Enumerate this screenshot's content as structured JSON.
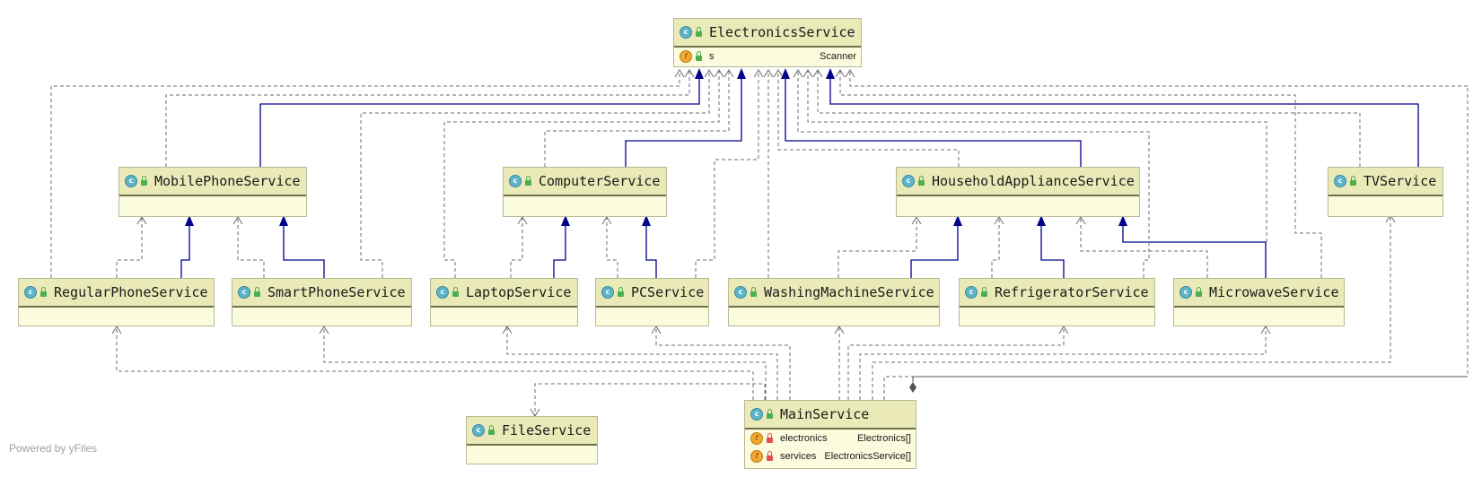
{
  "classes": {
    "electronics": {
      "name": "ElectronicsService",
      "fields": [
        {
          "name": "s",
          "type": "Scanner"
        }
      ]
    },
    "mobile": {
      "name": "MobilePhoneService"
    },
    "computer": {
      "name": "ComputerService"
    },
    "household": {
      "name": "HouseholdApplianceService"
    },
    "tv": {
      "name": "TVService"
    },
    "regular": {
      "name": "RegularPhoneService"
    },
    "smart": {
      "name": "SmartPhoneService"
    },
    "laptop": {
      "name": "LaptopService"
    },
    "pc": {
      "name": "PCService"
    },
    "washing": {
      "name": "WashingMachineService"
    },
    "fridge": {
      "name": "RefrigeratorService"
    },
    "microwave": {
      "name": "MicrowaveService"
    },
    "file": {
      "name": "FileService"
    },
    "main": {
      "name": "MainService",
      "fields": [
        {
          "name": "electronics",
          "type": "Electronics[]"
        },
        {
          "name": "services",
          "type": "ElectronicsService[]"
        }
      ]
    }
  },
  "footer": "Powered by yFiles",
  "colors": {
    "inheritance": "#00008b",
    "dependency": "#6e6e6e",
    "node_fill": "#fbfbdd",
    "node_header": "#eaeab8"
  },
  "icons": {
    "class": "class-icon",
    "field": "field-icon",
    "public": "lock-open-icon",
    "private": "lock-icon"
  }
}
